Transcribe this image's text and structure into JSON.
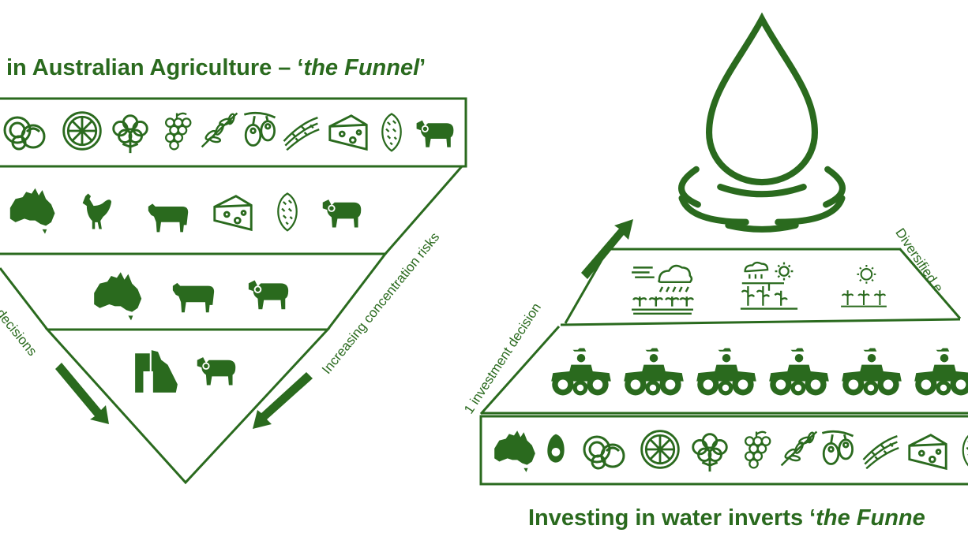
{
  "left_diagram": {
    "title_prefix": "in Australian Agriculture – ‘",
    "title_emphasis": "the Funnel",
    "title_suffix": "’",
    "side_label_right": "Increasing concentration risks",
    "side_label_left": "decisions",
    "tiers": [
      {
        "icons": [
          "coconut-icon",
          "citrus-slice-icon",
          "cotton-icon",
          "grapes-icon",
          "olive-branch-icon",
          "olives-icon",
          "sugarcane-icon",
          "cheese-icon",
          "almond-icon",
          "cattle-icon"
        ]
      },
      {
        "icons": [
          "australia-map-icon",
          "chicken-icon",
          "cow-icon",
          "cheese-icon",
          "almond-icon",
          "cattle-icon"
        ]
      },
      {
        "icons": [
          "australia-map-icon",
          "cow-icon",
          "cattle-icon"
        ]
      },
      {
        "icons": [
          "queensland-map-icon",
          "cattle-icon"
        ]
      }
    ]
  },
  "right_diagram": {
    "title_prefix": "Investing in water inverts ‘",
    "title_emphasis": "the Funne",
    "side_label_left": "1 investment decision",
    "side_label_right": "Diversified e",
    "tiers": [
      {
        "icons": [
          "rain-cloud-crops-icon",
          "irrigated-crops-icon",
          "sunny-crops-icon"
        ]
      },
      {
        "icons": [
          "tractor-icon",
          "tractor-icon",
          "tractor-icon",
          "tractor-icon",
          "tractor-icon",
          "tractor-icon"
        ]
      },
      {
        "icons": [
          "australia-map-icon",
          "avocado-icon",
          "coconut-icon",
          "citrus-slice-icon",
          "cotton-icon",
          "grapes-icon",
          "olive-branch-icon",
          "olives-icon",
          "sugarcane-icon",
          "cheese-icon",
          "almond-icon"
        ]
      }
    ],
    "top_icon": "water-drop-icon"
  },
  "colors": {
    "primary": "#2a6a1e",
    "background": "#ffffff"
  }
}
